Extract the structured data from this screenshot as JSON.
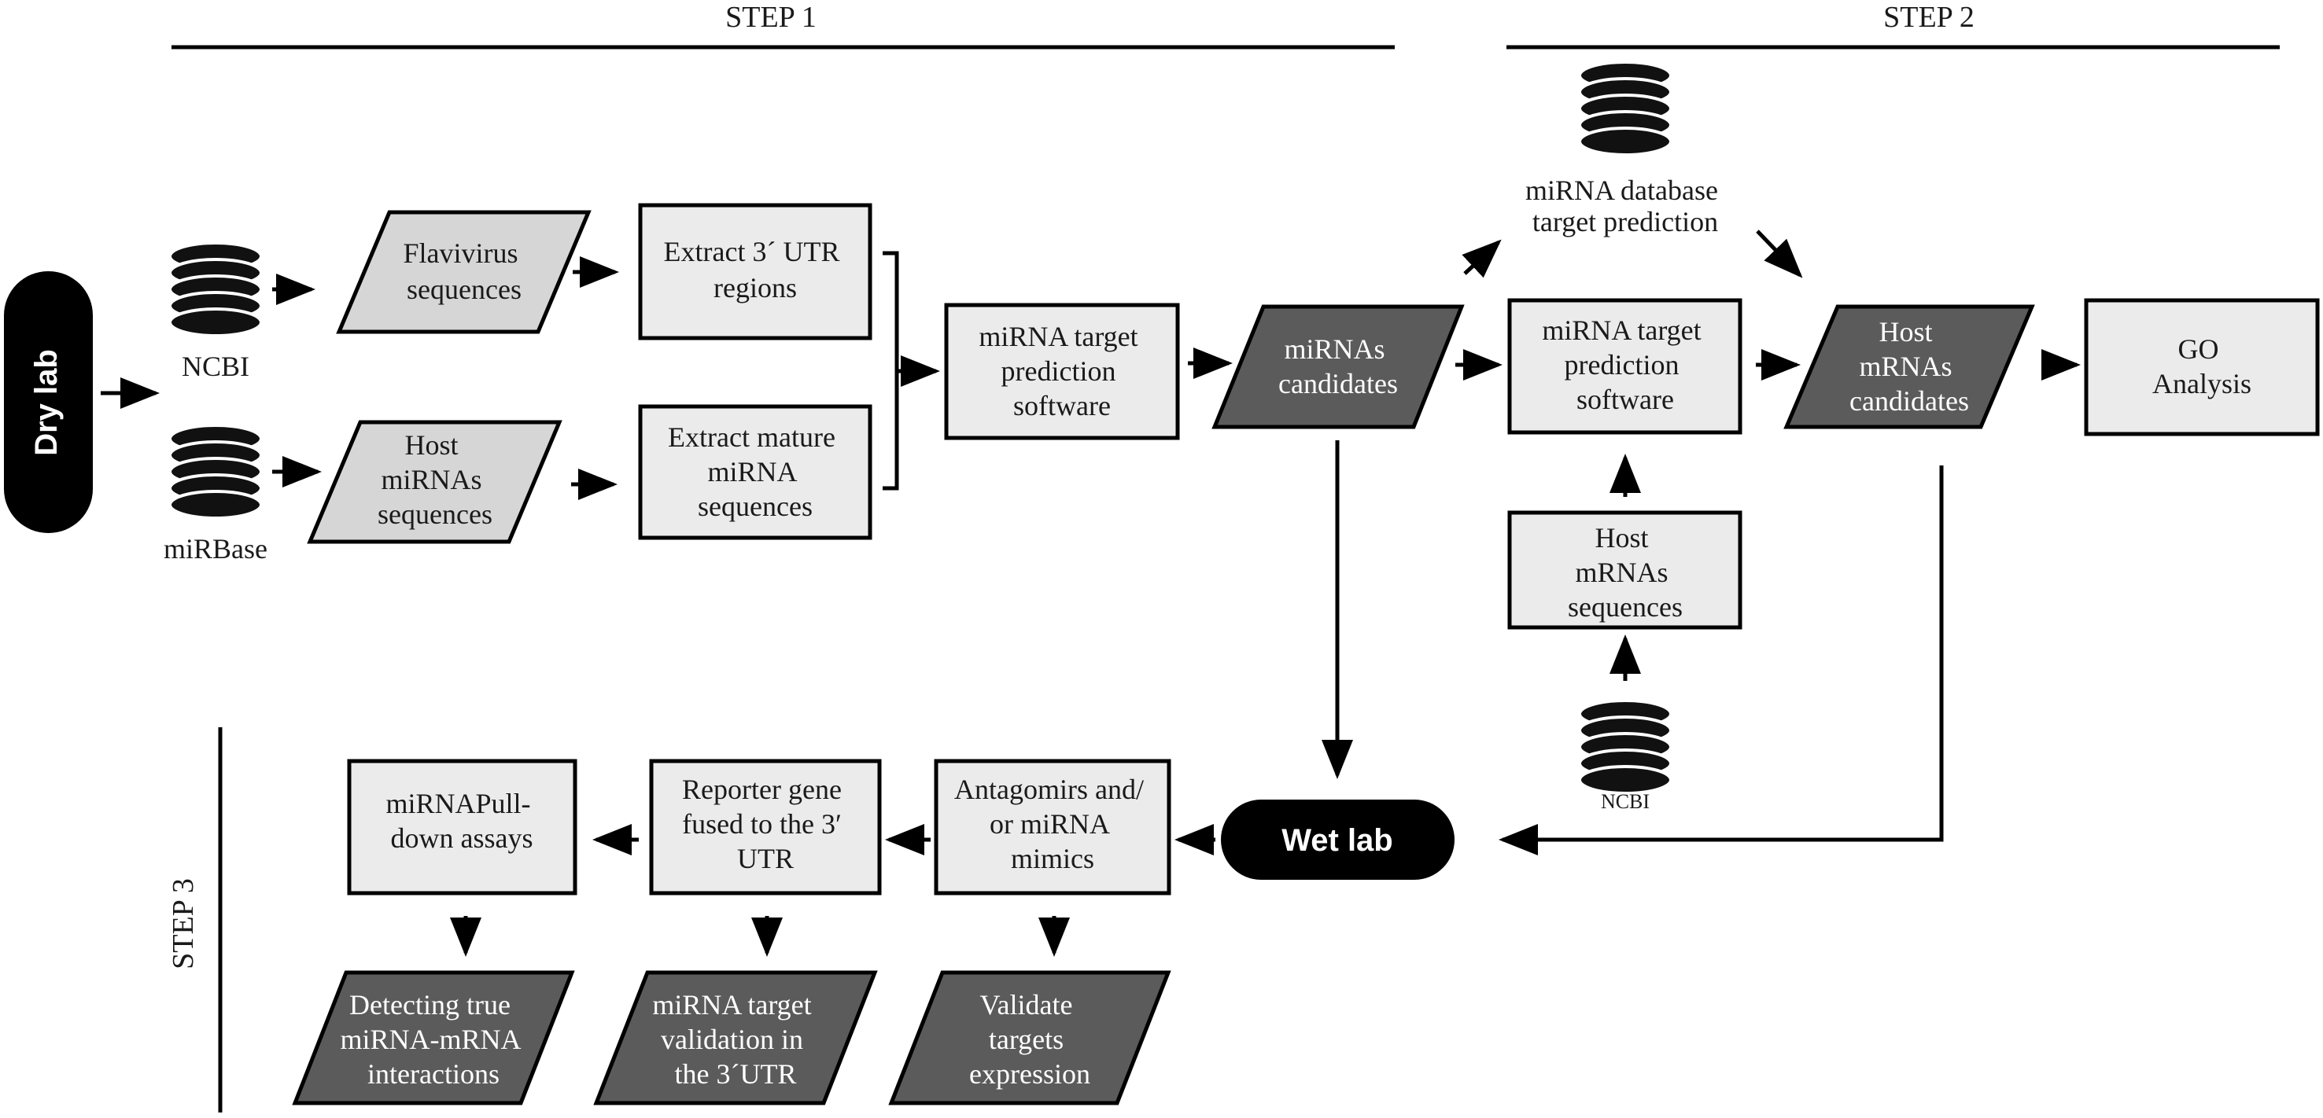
{
  "steps": {
    "step1": "STEP 1",
    "step2": "STEP 2",
    "step3": "STEP 3"
  },
  "terminals": {
    "dry_lab": "Dry lab",
    "wet_lab": "Wet lab"
  },
  "databases": {
    "ncbi_top": "NCBI",
    "mirbase": "miRBase",
    "mirna_db": [
      "miRNA database",
      "target prediction"
    ],
    "ncbi_bottom": "NCBI"
  },
  "nodes": {
    "flavivirus_sequences": [
      "Flavivirus",
      "sequences"
    ],
    "host_mirnas_sequences": [
      "Host",
      "miRNAs",
      "sequences"
    ],
    "extract_utr": [
      "Extract 3´ UTR",
      "regions"
    ],
    "extract_mature": [
      "Extract mature",
      "miRNA",
      "sequences"
    ],
    "mirna_target_software_1": [
      "miRNA target",
      "prediction",
      "software"
    ],
    "mirnas_candidates": [
      "miRNAs",
      "candidates"
    ],
    "mirna_target_software_2": [
      "miRNA target",
      "prediction",
      "software"
    ],
    "host_mrnas_sequences": [
      "Host",
      "mRNAs",
      "sequences"
    ],
    "host_mrnas_candidates": [
      "Host",
      "mRNAs",
      "candidates"
    ],
    "go_analysis": [
      "GO",
      "Analysis"
    ],
    "antagomirs": [
      "Antagomirs and/",
      "or miRNA",
      "mimics"
    ],
    "reporter_gene": [
      "Reporter gene",
      "fused to the 3′",
      "UTR"
    ],
    "mirnapull": [
      "miRNAPull-",
      "down assays"
    ],
    "validate_targets": [
      "Validate",
      "targets",
      "expression"
    ],
    "mirna_target_validation": [
      "miRNA target",
      "validation in",
      "the 3´UTR"
    ],
    "detecting_true": [
      "Detecting true",
      "miRNA-mRNA",
      "interactions"
    ]
  },
  "colors": {
    "light_fill": "#ebebeb",
    "para_light": "#d6d6d6",
    "dark_fill": "#5b5b5b",
    "stroke": "#000000"
  }
}
